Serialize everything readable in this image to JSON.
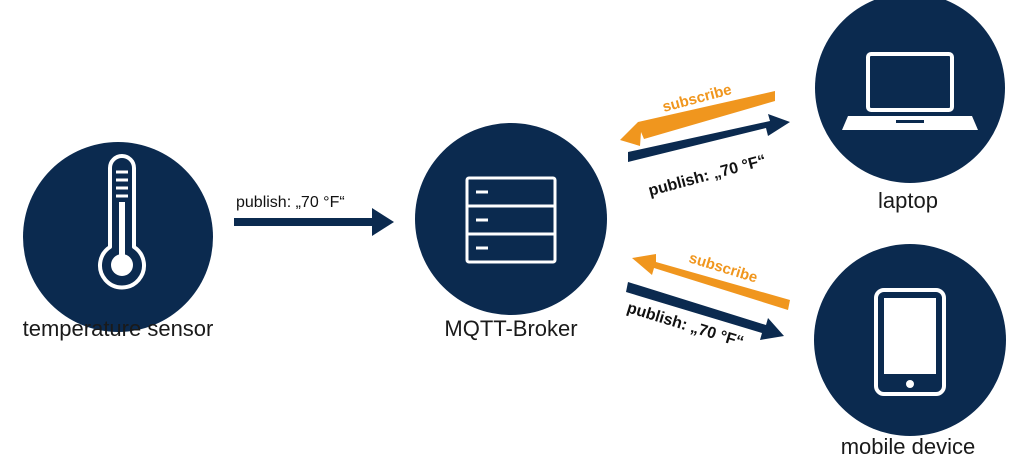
{
  "colors": {
    "navy": "#0b2a4f",
    "orange": "#f0961e",
    "white": "#ffffff"
  },
  "nodes": {
    "sensor": {
      "label": "temperature sensor",
      "icon": "thermometer-icon"
    },
    "broker": {
      "label": "MQTT-Broker",
      "icon": "server-icon"
    },
    "laptop": {
      "label": "laptop",
      "icon": "laptop-icon"
    },
    "mobile": {
      "label": "mobile device",
      "icon": "smartphone-icon"
    }
  },
  "messages": {
    "sensor_to_broker": "publish: „70 °F“",
    "laptop_subscribe": "subscribe",
    "laptop_publish": "publish: „70 °F“",
    "mobile_subscribe": "subscribe",
    "mobile_publish": "publish: „70 °F“"
  }
}
